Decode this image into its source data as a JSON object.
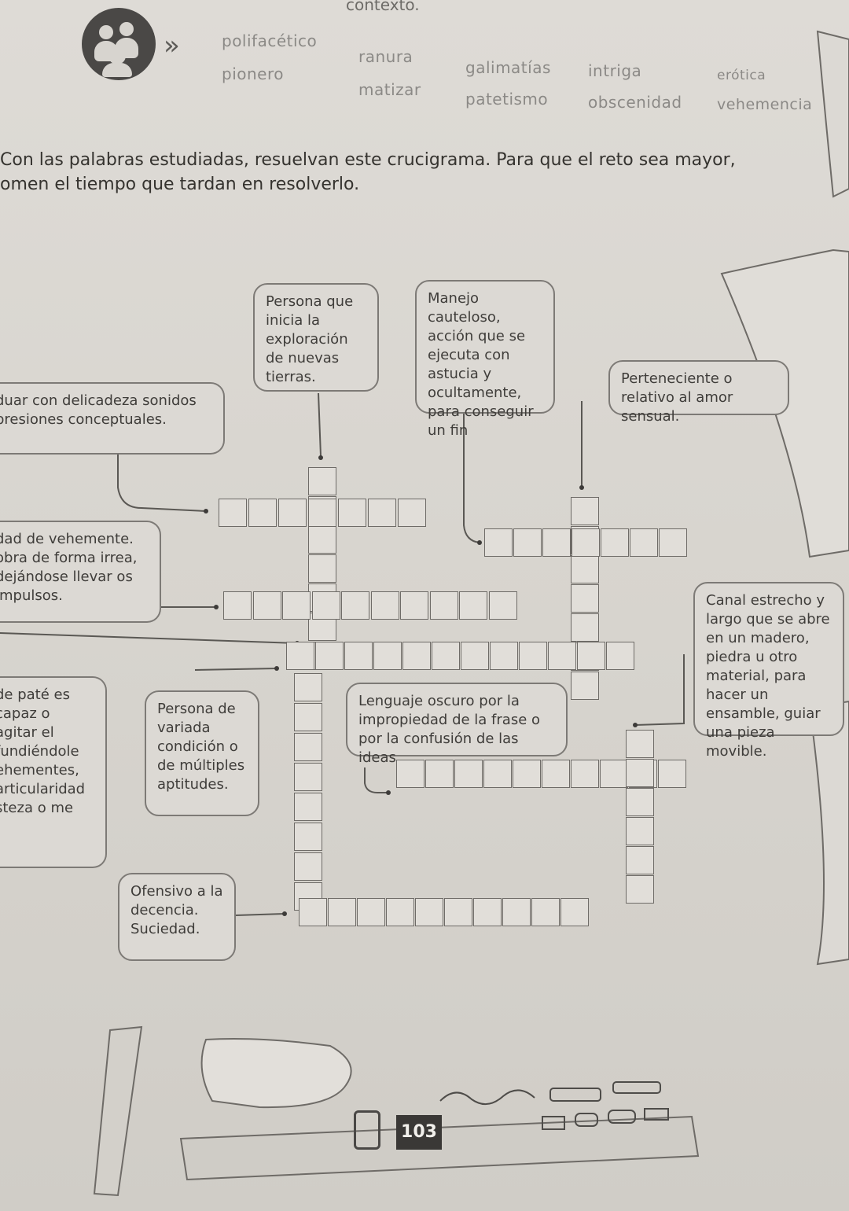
{
  "header": {
    "top_text": "contexto.",
    "arrow": "»"
  },
  "word_bank": [
    "polifacético",
    "ranura",
    "galimatías",
    "intriga",
    "erótica",
    "pionero",
    "matizar",
    "patetismo",
    "obscenidad",
    "vehemencia"
  ],
  "instructions": {
    "line1": "Con las palabras estudiadas, resuelvan este crucigrama. Para que el reto sea mayor,",
    "line2": "omen el tiempo que tardan en resolverlo."
  },
  "clues": {
    "pionero": "Persona que inicia la exploración de nuevas tierras.",
    "intriga": "Manejo cauteloso, acción que se ejecuta con astucia y ocultamente, para conseguir un fin",
    "erotica": "Perteneciente o relativo al amor sensual.",
    "matizar": "duar con delicadeza sonidos presiones conceptuales.",
    "vehemencia": "dad de vehemente. obra de forma irrea, dejándose llevar os impulsos.",
    "ranura": "Canal estrecho y largo que se abre en un madero, piedra u otro material, para hacer un ensamble, guiar una pieza movible.",
    "patetismo": "de paté es capaz o agitar el fundiéndole ehementes, articularidad steza o me",
    "polifacetico": "Persona de variada condición o de múltiples aptitudes.",
    "galimatias": "Lenguaje oscuro por la impropiedad de la frase o por la confusión de las ideas.",
    "obscenidad": "Ofensivo a la decencia. Suciedad."
  },
  "page": {
    "number": "103"
  }
}
